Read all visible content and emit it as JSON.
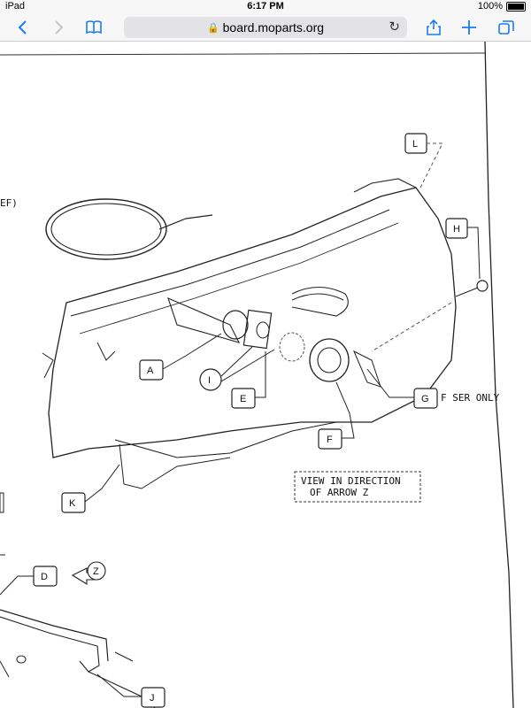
{
  "status": {
    "device": "iPad",
    "time": "6:17 PM",
    "battery": "100%"
  },
  "browser": {
    "url": "board.moparts.org"
  },
  "diagram": {
    "partial_text": "EF)",
    "labels": {
      "A": "A",
      "D": "D",
      "E": "E",
      "F": "F",
      "G": "G",
      "H": "H",
      "I": "I",
      "J": "J",
      "K": "K",
      "L": "L",
      "Z": "Z"
    },
    "g_note": "F SER ONLY",
    "view_note_line1": "VIEW IN DIRECTION",
    "view_note_line2": "OF ARROW Z"
  }
}
